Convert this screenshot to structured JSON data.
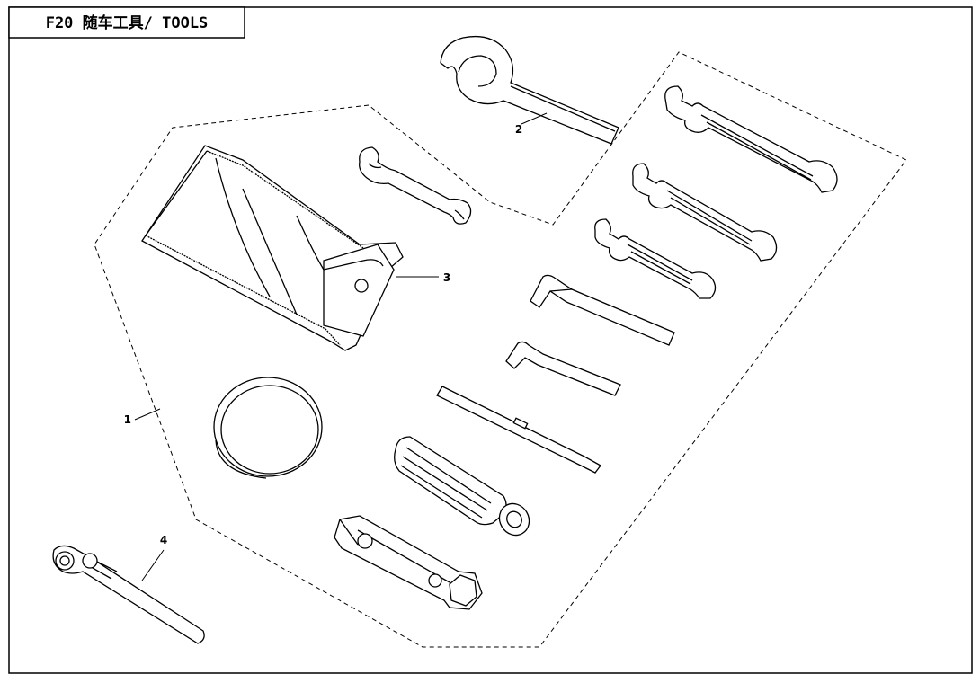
{
  "title": "F20 随车工具/ TOOLS",
  "callouts": [
    {
      "id": "1",
      "text": "1"
    },
    {
      "id": "2",
      "text": "2"
    },
    {
      "id": "3",
      "text": "3"
    },
    {
      "id": "4",
      "text": "4"
    }
  ],
  "colors": {
    "line": "#000000",
    "background": "#ffffff",
    "fill": "#ffffff"
  }
}
